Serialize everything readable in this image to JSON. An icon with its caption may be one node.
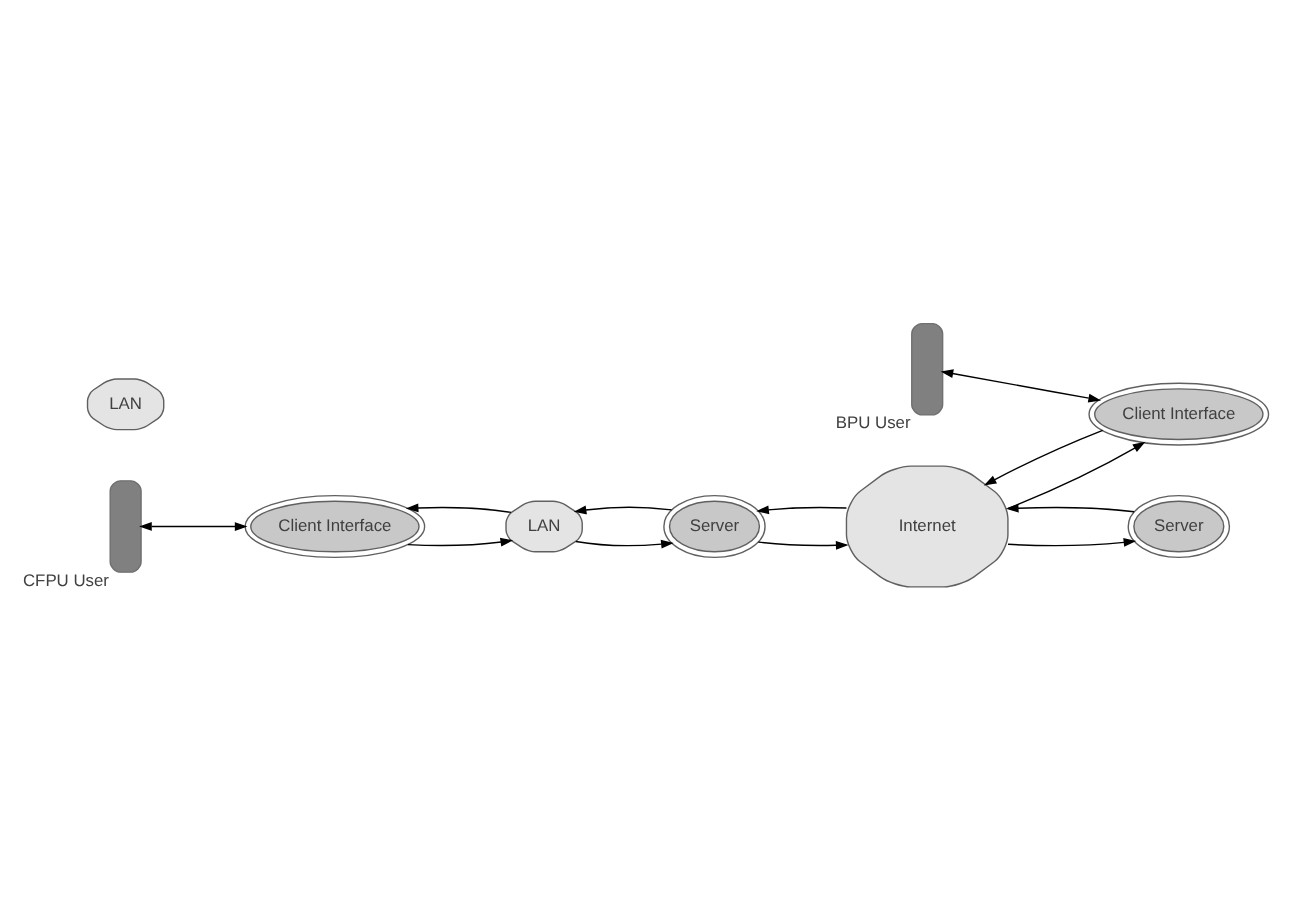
{
  "diagram": {
    "nodes": [
      {
        "text": [],
        "shape": "person",
        "beside": [
          "CFPU User"
        ]
      },
      {
        "text": [
          "Client Interface"
        ]
      },
      {
        "text": [
          "LAN"
        ]
      },
      {
        "text": [
          "Server"
        ]
      },
      {
        "text": [
          "Internet"
        ]
      },
      {
        "text": [],
        "shape": "person",
        "beside": [
          "BPU User"
        ]
      },
      {
        "text": [
          "Client Interface"
        ]
      },
      {
        "text": [
          "LAN"
        ]
      },
      {
        "text": [
          "Server"
        ]
      }
    ],
    "edges": [
      {
        "from": 0,
        "to": 1,
        "arrow": "both"
      },
      {
        "from": 1,
        "to": 2,
        "arrow": "to"
      },
      {
        "from": 2,
        "to": 1,
        "arrow": "to"
      },
      {
        "from": 2,
        "to": 3,
        "arrow": "to"
      },
      {
        "from": 3,
        "to": 2,
        "arrow": "to"
      },
      {
        "from": 4,
        "to": 3,
        "arrow": "to"
      },
      {
        "from": 3,
        "to": 4,
        "arrow": "to"
      },
      {
        "from": 6,
        "to": 4,
        "arrow": "to"
      },
      {
        "from": 4,
        "to": 6,
        "arrow": "to"
      },
      {
        "from": 4,
        "to": 8,
        "arrow": "to"
      },
      {
        "from": 8,
        "to": 4,
        "arrow": "to"
      },
      {
        "from": 5,
        "to": 6,
        "arrow": "both"
      }
    ]
  }
}
